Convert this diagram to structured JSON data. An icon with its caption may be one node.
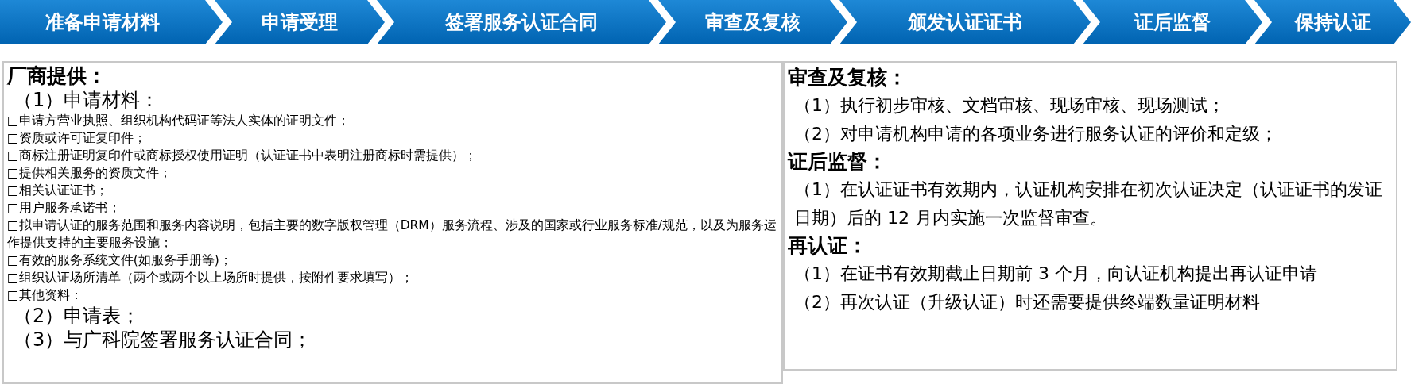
{
  "diagram": {
    "nodes": [
      {
        "text": [
          "准备申请材料"
        ]
      },
      {
        "text": [
          "申请受理"
        ]
      },
      {
        "text": [
          "签署服务认证合同"
        ]
      },
      {
        "text": [
          "审查及复核"
        ]
      },
      {
        "text": [
          "颁发认证证书"
        ]
      },
      {
        "text": [
          "证后监督"
        ]
      },
      {
        "text": [
          "保持认证"
        ]
      },
      {
        "text": [
          "厂商提供：",
          "（1）申请材料：",
          "□申请方营业执照、组织机构代码证等法人实体的证明文件；",
          "□资质或许可证复印件；",
          "□商标注册证明复印件或商标授权使用证明（认证证书中表明注册商标时需提供）；",
          "□提供相关服务的资质文件；",
          "□相关认证证书；",
          "□用户服务承诺书；",
          "□拟申请认证的服务范围和服务内容说明，包括主要的数字版权管理（DRM）服务流程、涉及的国家或行业服务标准/规范，以及为服务运作提供支持的主要服务设施；",
          "□有效的服务系统文件(如服务手册等)；",
          "□组织认证场所清单（两个或两个以上场所时提供，按附件要求填写）；",
          "□其他资料：",
          "（2）申请表；",
          "（3）与广科院签署服务认证合同；"
        ]
      },
      {
        "text": [
          "审查及复核：",
          "（1）执行初步审核、文档审核、现场审核、现场测试；",
          "（2）对申请机构申请的各项业务进行服务认证的评价和定级；",
          "证后监督：",
          "（1）在认证证书有效期内，认证机构安排在初次认证决定（认证证书的发证日期）后的 12 月内实施一次监督审查。",
          "再认证：",
          "（1）在证书有效期截止日期前 3 个月，向认证机构提出再认证申请",
          "（2）再次认证（升级认证）时还需要提供终端数量证明材料"
        ]
      }
    ]
  }
}
